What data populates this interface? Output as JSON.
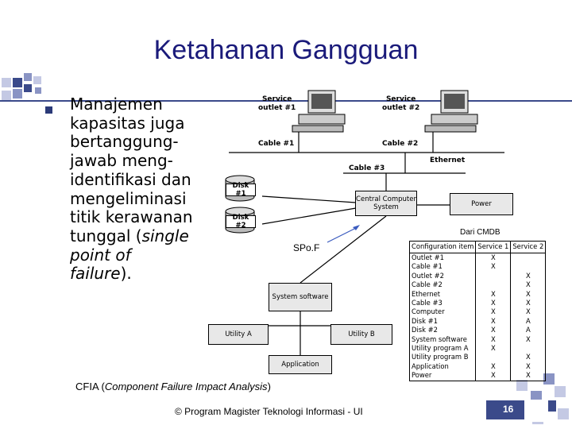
{
  "title": "Ketahanan Gangguan",
  "bullet": {
    "lines": [
      "Manajemen",
      "kapasitas juga",
      "bertanggung-",
      "jawab meng-",
      "identifikasi dan",
      "mengeliminasi",
      "titik kerawanan"
    ],
    "line8_pre": "tunggal (",
    "line8_it": "single",
    "line9_it": "point of",
    "line10_it": "failure",
    "line10_post": ")."
  },
  "diagram": {
    "service_outlet_1": [
      "Service",
      "outlet #1"
    ],
    "service_outlet_2": [
      "Service",
      "outlet #2"
    ],
    "cable_1": "Cable #1",
    "cable_2": "Cable #2",
    "cable_3": "Cable #3",
    "ethernet": "Ethernet",
    "disk_1": "Disk #1",
    "disk_2": "Disk #2",
    "central_computer": [
      "Central Computer",
      "System"
    ],
    "power": "Power",
    "system_software": "System software",
    "utility_a": "Utility A",
    "utility_b": "Utility B",
    "application": "Application",
    "spof_label": "SPo.F",
    "cmdb_label": "Dari CMDB"
  },
  "cfia_table": {
    "headers": [
      "Configuration item",
      "Service 1",
      "Service 2"
    ],
    "rows": [
      [
        "Outlet #1",
        "X",
        ""
      ],
      [
        "Cable #1",
        "X",
        ""
      ],
      [
        "Outlet #2",
        "",
        "X"
      ],
      [
        "Cable #2",
        "",
        "X"
      ],
      [
        "Ethernet",
        "X",
        "X"
      ],
      [
        "Cable #3",
        "X",
        "X"
      ],
      [
        "Computer",
        "X",
        "X"
      ],
      [
        "Disk #1",
        "X",
        "A"
      ],
      [
        "Disk #2",
        "X",
        "A"
      ],
      [
        "System software",
        "X",
        "X"
      ],
      [
        "Utility program A",
        "X",
        ""
      ],
      [
        "Utility program B",
        "",
        "X"
      ],
      [
        "Application",
        "X",
        "X"
      ],
      [
        "Power",
        "X",
        "X"
      ]
    ]
  },
  "caption_pre": "CFIA (",
  "caption_it": "Component Failure Impact Analysis",
  "caption_post": ")",
  "footer": "© Program Magister Teknologi Informasi - UI",
  "page_number": "16",
  "colors": {
    "title": "#1a1a7a",
    "decor_dark": "#3b4a8a",
    "decor_mid": "#8a94c4",
    "decor_light": "#c4c9e4"
  }
}
